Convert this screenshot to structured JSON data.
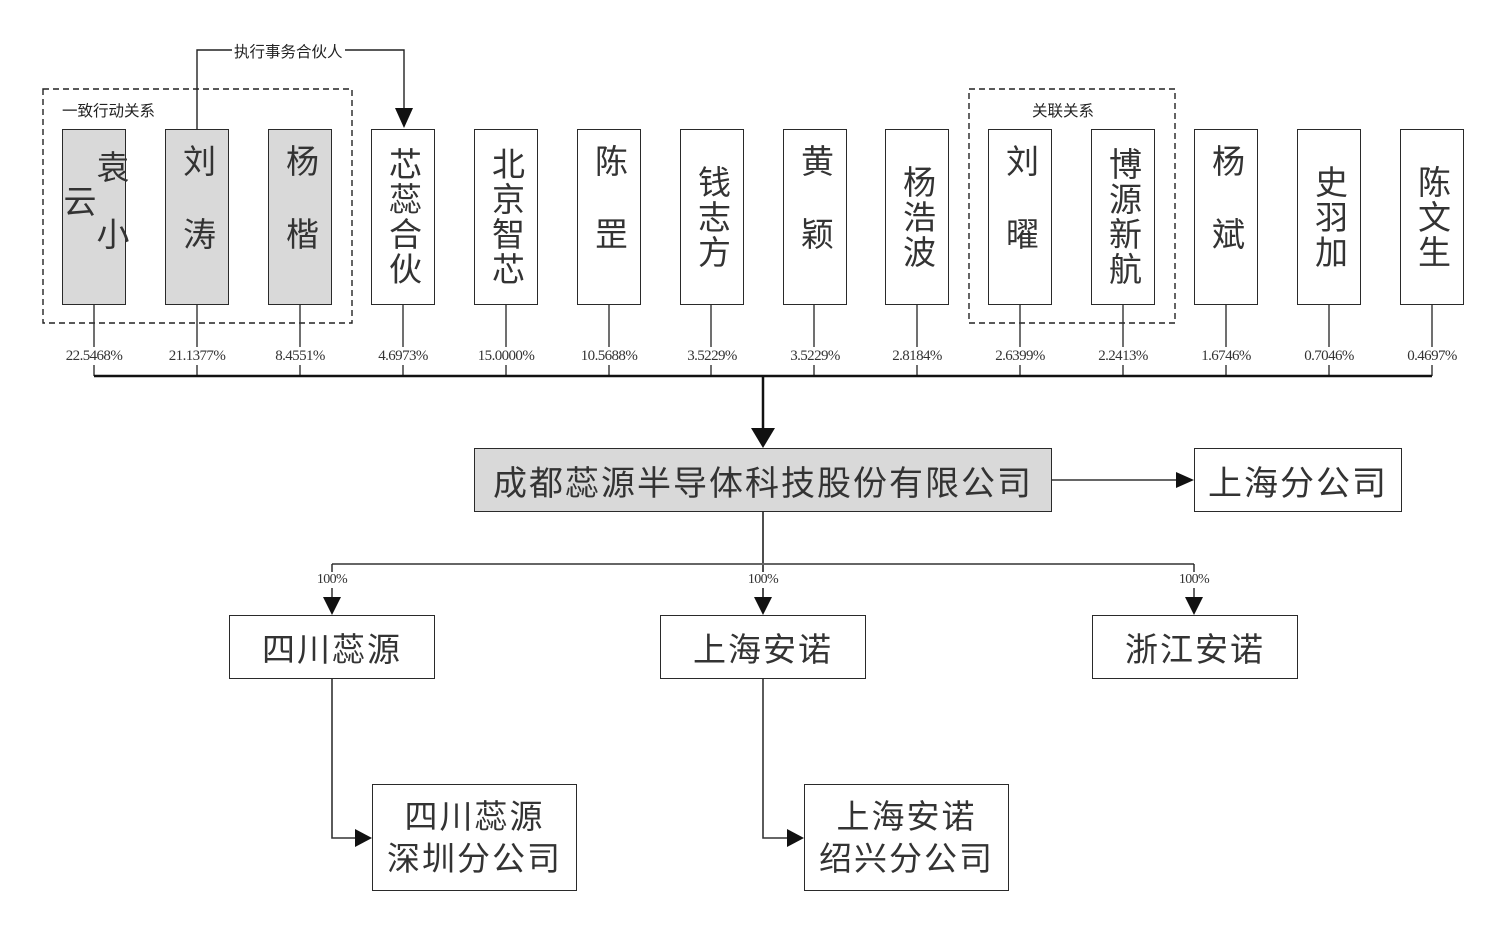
{
  "title": "成都蕊源半导体科技股份有限公司 股权结构图",
  "shareholders": [
    {
      "name": "袁小云",
      "pct": "22.5468%",
      "highlight": true
    },
    {
      "name": "刘涛",
      "pct": "21.1377%",
      "highlight": true
    },
    {
      "name": "杨楷",
      "pct": "8.4551%",
      "highlight": true
    },
    {
      "name": "芯蕊合伙",
      "pct": "4.6973%",
      "highlight": false
    },
    {
      "name": "北京智芯",
      "pct": "15.0000%",
      "highlight": false
    },
    {
      "name": "陈罡",
      "pct": "10.5688%",
      "highlight": false
    },
    {
      "name": "钱志方",
      "pct": "3.5229%",
      "highlight": false
    },
    {
      "name": "黄颖",
      "pct": "3.5229%",
      "highlight": false
    },
    {
      "name": "杨浩波",
      "pct": "2.8184%",
      "highlight": false
    },
    {
      "name": "刘曜",
      "pct": "2.6399%",
      "highlight": false
    },
    {
      "name": "博源新航",
      "pct": "2.2413%",
      "highlight": false
    },
    {
      "name": "杨斌",
      "pct": "1.6746%",
      "highlight": false
    },
    {
      "name": "史羽加",
      "pct": "0.7046%",
      "highlight": false
    },
    {
      "name": "陈文生",
      "pct": "0.4697%",
      "highlight": false
    }
  ],
  "groups": {
    "concerted_action": "一致行动关系",
    "related_party": "关联关系",
    "executive_partner": "执行事务合伙人"
  },
  "company": {
    "name": "成都蕊源半导体科技股份有限公司",
    "branch": "上海分公司"
  },
  "subsidiaries": [
    {
      "name": "四川蕊源",
      "pct": "100%",
      "branch": [
        "四川蕊源",
        "深圳分公司"
      ]
    },
    {
      "name": "上海安诺",
      "pct": "100%",
      "branch": [
        "上海安诺",
        "绍兴分公司"
      ]
    },
    {
      "name": "浙江安诺",
      "pct": "100%",
      "branch": null
    }
  ]
}
